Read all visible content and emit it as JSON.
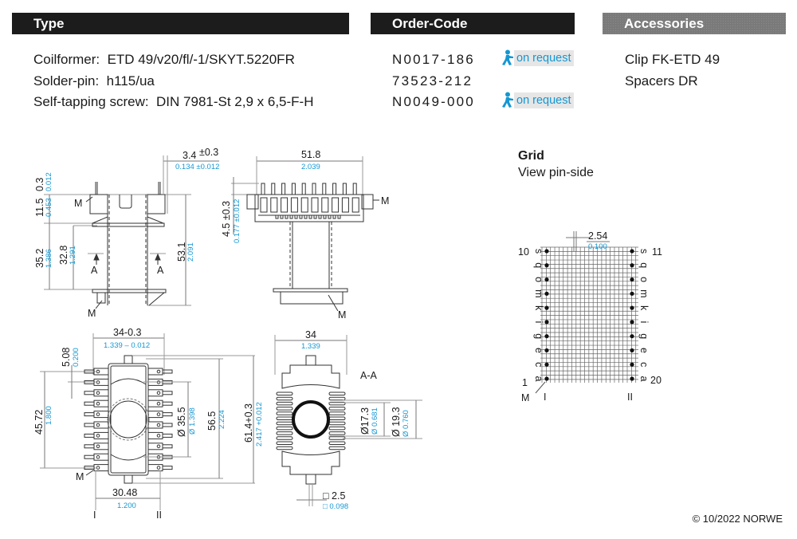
{
  "headers": {
    "type": "Type",
    "order_code": "Order-Code",
    "accessories": "Accessories"
  },
  "items": [
    {
      "label": "Coilformer:",
      "value": "ETD 49/v20/fl/-1/SKYT.5220FR",
      "order_code": "N0017-186",
      "availability": "on request"
    },
    {
      "label": "Solder-pin:",
      "value": "h115/ua",
      "order_code": "73523-212",
      "availability": ""
    },
    {
      "label": "Self-tapping screw:",
      "value": "DIN 7981-St 2,9 x 6,5-F-H",
      "order_code": "N0049-000",
      "availability": "on request"
    }
  ],
  "accessories": [
    "Clip FK-ETD 49",
    "Spacers DR"
  ],
  "colors": {
    "header_dark": "#1c1c1c",
    "header_grey": "#7a7a7a",
    "inch_dimension": "#1597d3",
    "badge_bg": "#e6e6e6"
  },
  "icons": {
    "availability": "running-man-icon"
  },
  "side_view": {
    "dims": {
      "d1_mm": "3.4",
      "d1_tol": "±0.3",
      "d1_in": "0.134 ±0.012",
      "d2_mm": "0.3",
      "d2_in": "0.012",
      "d3_mm": "11.5",
      "d3_in": "0.453",
      "d4_mm": "35.2",
      "d4_in": "1.386",
      "d5_mm": "32.8",
      "d5_in": "1.291",
      "d6_mm": "53.1",
      "d6_in": "2.091"
    },
    "labels": {
      "m": "M",
      "a": "A"
    }
  },
  "front_view": {
    "dims": {
      "w_mm": "51.8",
      "w_in": "2.039",
      "h_mm": "4.5 ±0.3",
      "h_in": "0.177 ±0.012"
    },
    "labels": {
      "m": "M"
    }
  },
  "bottom_view": {
    "dims": {
      "w_mm": "34-0.3",
      "w_in": "1.339 – 0.012",
      "p_mm": "5.08",
      "p_in": "0.200",
      "r_mm": "45.72",
      "r_in": "1.800",
      "dia_mm": "Ø 35.5",
      "dia_in": "Ø 1.398",
      "h1_mm": "56.5",
      "h1_in": "2.224",
      "h2_mm": "61.4+0.3",
      "h2_in": "2.417 +0.012",
      "s_mm": "30.48",
      "s_in": "1.200"
    },
    "labels": {
      "m": "M",
      "row1": "I",
      "row2": "II"
    }
  },
  "section_view": {
    "title": "A-A",
    "dims": {
      "w_mm": "34",
      "w_in": "1.339",
      "d1_mm": "Ø17.3",
      "d1_in": "Ø 0.681",
      "d2_mm": "Ø 19.3",
      "d2_in": "Ø 0.760",
      "pin_mm": "□ 2.5",
      "pin_in": "□ 0.098"
    }
  },
  "grid": {
    "title": "Grid",
    "subtitle": "View pin-side",
    "pitch_mm": "2.54",
    "pitch_in": "0.100",
    "left_letters": [
      "s",
      "q",
      "o",
      "m",
      "k",
      "i",
      "g",
      "e",
      "c",
      "a"
    ],
    "right_letters": [
      "s",
      "q",
      "o",
      "m",
      "k",
      "i",
      "g",
      "e",
      "c",
      "a"
    ],
    "pin_top_left": "10",
    "pin_bottom_left": "1",
    "pin_top_right": "11",
    "pin_bottom_right": "20",
    "m_label": "M",
    "row1": "I",
    "row2": "II"
  },
  "footer": "© 10/2022 NORWE"
}
